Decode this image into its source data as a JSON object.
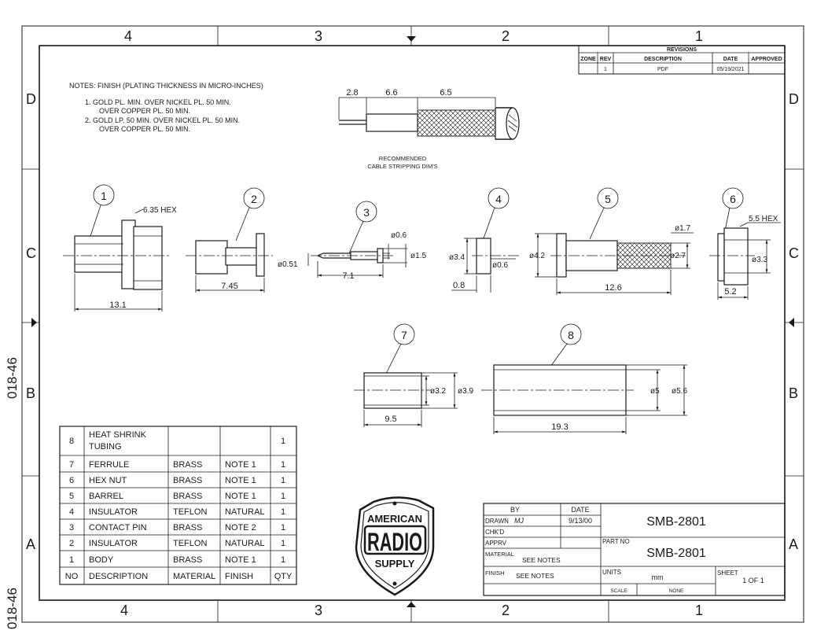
{
  "zones": {
    "columns": [
      "4",
      "3",
      "2",
      "1"
    ],
    "rows": [
      "D",
      "C",
      "B",
      "A"
    ]
  },
  "side_label": "018-46",
  "revisions": {
    "title": "REVISIONS",
    "headers": [
      "ZONE",
      "REV",
      "DESCRIPTION",
      "DATE",
      "APPROVED"
    ],
    "rows": [
      [
        "",
        "1",
        "PDF",
        "05/19/2021",
        ""
      ]
    ]
  },
  "notes": {
    "heading": "NOTES: FINISH (PLATING THICKNESS IN MICRO-INCHES)",
    "lines": [
      "1. GOLD PL.    MIN. OVER NICKEL PL. 50 MIN.",
      "OVER COPPER PL. 50 MIN.",
      "2. GOLD LP. 50 MIN. OVER NICKEL PL. 50 MIN.",
      "OVER COPPER PL. 50 MIN."
    ]
  },
  "cable": {
    "dims": [
      "2.8",
      "6.6",
      "6.5"
    ],
    "caption": [
      "RECOMMENDED",
      "CABLE STRIPPING DIM'S"
    ]
  },
  "parts": {
    "p1": {
      "num": "1",
      "dims": [
        "6.35 HEX",
        "13.1"
      ]
    },
    "p2": {
      "num": "2",
      "dims": [
        "7.45"
      ]
    },
    "p3": {
      "num": "3",
      "dims": [
        "ø0.51",
        "7.1",
        "ø0.6",
        "ø1.5"
      ]
    },
    "p4": {
      "num": "4",
      "dims": [
        "ø3.4",
        "ø0.6",
        "0.8"
      ]
    },
    "p5": {
      "num": "5",
      "dims": [
        "ø4.2",
        "ø1.7",
        "ø2.7",
        "12.6"
      ]
    },
    "p6": {
      "num": "6",
      "dims": [
        "5.5 HEX",
        "ø3.3",
        "5.2"
      ]
    },
    "p7": {
      "num": "7",
      "dims": [
        "ø3.2",
        "ø3.9",
        "9.5"
      ]
    },
    "p8": {
      "num": "8",
      "dims": [
        "ø5",
        "ø5.6",
        "19.3"
      ]
    }
  },
  "bom": {
    "headers": [
      "NO",
      "DESCRIPTION",
      "MATERIAL",
      "FINISH",
      "QTY"
    ],
    "rows": [
      [
        "8",
        "HEAT SHRINK TUBING",
        "",
        "",
        "1"
      ],
      [
        "7",
        "FERRULE",
        "BRASS",
        "NOTE 1",
        "1"
      ],
      [
        "6",
        "HEX NUT",
        "BRASS",
        "NOTE 1",
        "1"
      ],
      [
        "5",
        "BARREL",
        "BRASS",
        "NOTE 1",
        "1"
      ],
      [
        "4",
        "INSULATOR",
        "TEFLON",
        "NATURAL",
        "1"
      ],
      [
        "3",
        "CONTACT PIN",
        "BRASS",
        "NOTE 2",
        "1"
      ],
      [
        "2",
        "INSULATOR",
        "TEFLON",
        "NATURAL",
        "1"
      ],
      [
        "1",
        "BODY",
        "BRASS",
        "NOTE 1",
        "1"
      ]
    ]
  },
  "logo": {
    "line1": "AMERICAN",
    "line2": "RADIO",
    "line3": "SUPPLY"
  },
  "title_block": {
    "by_label": "BY",
    "date_label": "DATE",
    "drawn_label": "DRAWN",
    "drawn_by": "MJ",
    "drawn_date": "9/13/00",
    "chkd_label": "CHK'D",
    "apprv_label": "APPRV",
    "material_label": "MATERIAL",
    "material_value": "SEE NOTES",
    "finish_label": "FINISH",
    "finish_value": "SEE NOTES",
    "title": "SMB-2801",
    "part_no_label": "PART NO",
    "part_no": "SMB-2801",
    "units_label": "UNITS",
    "units_value": "mm",
    "sheet_label": "SHEET",
    "sheet_value": "1 OF 1",
    "scale_label": "SCALE",
    "scale_value": "NONE"
  },
  "colors": {
    "ink": "#1a1a1a",
    "paper": "#ffffff"
  }
}
